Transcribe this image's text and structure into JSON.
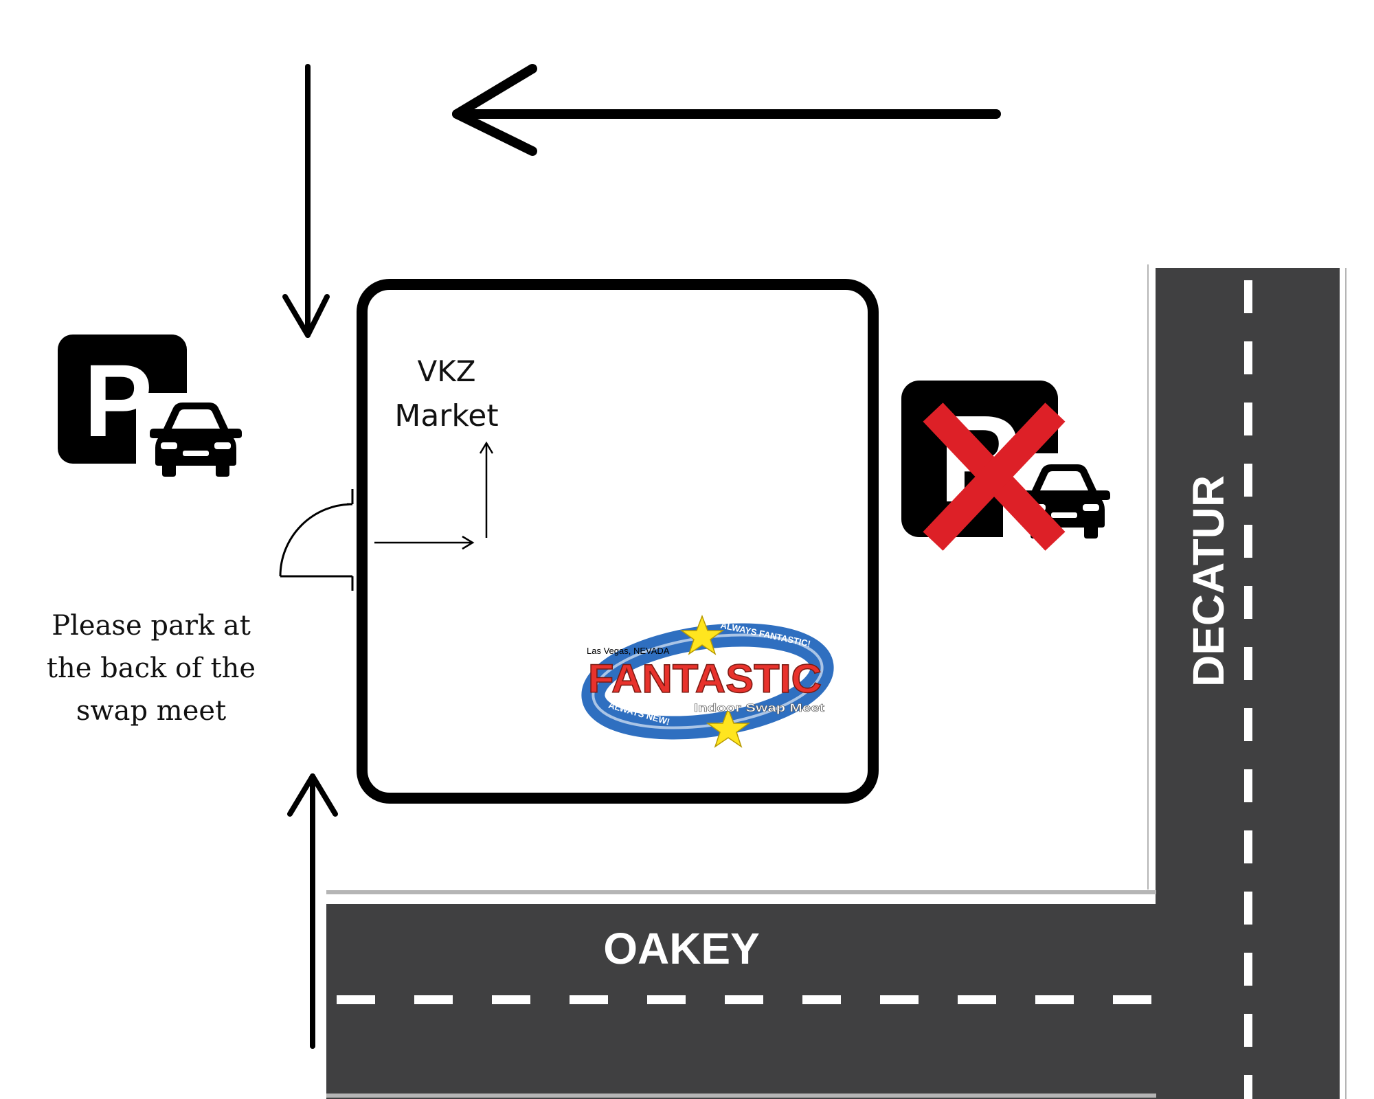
{
  "map": {
    "roads": {
      "horizontal": {
        "name": "OAKEY"
      },
      "vertical": {
        "name": "DECATUR"
      }
    },
    "building": {
      "name_line1": "VKZ",
      "name_line2": "Market"
    },
    "parking": {
      "allowed_letter": "P",
      "note": "Please park at the back of the swap meet"
    },
    "logo": {
      "location": "Las Vegas, NEVADA",
      "brand": "FANTASTIC",
      "subtitle": "Indoor Swap Meet",
      "slogan_top": "ALWAYS FANTASTIC!",
      "slogan_bottom": "ALWAYS NEW!"
    },
    "icons": {
      "allowed_parking": "parking-car-icon",
      "no_parking": "no-parking-icon",
      "door": "door-icon"
    },
    "colors": {
      "road": "#404041",
      "road_marking": "#ffffff",
      "no_mark": "#dd2027",
      "logo_red": "#e8322c",
      "logo_blue": "#2f6fc0",
      "logo_star": "#ffe51f",
      "ink": "#000000"
    }
  }
}
